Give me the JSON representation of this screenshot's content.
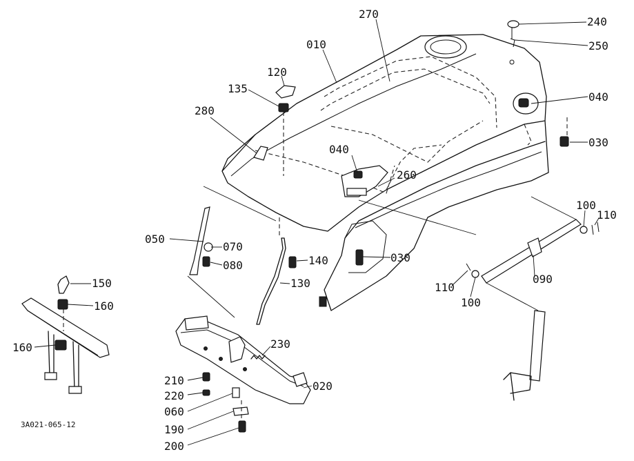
{
  "drawing_code": "3A021-065-12",
  "callouts": [
    {
      "id": "c270",
      "text": "270"
    },
    {
      "id": "c010",
      "text": "010"
    },
    {
      "id": "c240",
      "text": "240"
    },
    {
      "id": "c250",
      "text": "250"
    },
    {
      "id": "c120",
      "text": "120"
    },
    {
      "id": "c135",
      "text": "135"
    },
    {
      "id": "c040a",
      "text": "040"
    },
    {
      "id": "c280",
      "text": "280"
    },
    {
      "id": "c030a",
      "text": "030"
    },
    {
      "id": "c040b",
      "text": "040"
    },
    {
      "id": "c260",
      "text": "260"
    },
    {
      "id": "c100a",
      "text": "100"
    },
    {
      "id": "c110a",
      "text": "110"
    },
    {
      "id": "c050",
      "text": "050"
    },
    {
      "id": "c070",
      "text": "070"
    },
    {
      "id": "c140",
      "text": "140"
    },
    {
      "id": "c030b",
      "text": "030"
    },
    {
      "id": "c080",
      "text": "080"
    },
    {
      "id": "c150",
      "text": "150"
    },
    {
      "id": "c090",
      "text": "090"
    },
    {
      "id": "c130",
      "text": "130"
    },
    {
      "id": "c110b",
      "text": "110"
    },
    {
      "id": "c160a",
      "text": "160"
    },
    {
      "id": "c100b",
      "text": "100"
    },
    {
      "id": "c230",
      "text": "230"
    },
    {
      "id": "c160b",
      "text": "160"
    },
    {
      "id": "c210",
      "text": "210"
    },
    {
      "id": "c020",
      "text": "020"
    },
    {
      "id": "c220",
      "text": "220"
    },
    {
      "id": "c060",
      "text": "060"
    },
    {
      "id": "c190",
      "text": "190"
    },
    {
      "id": "c200",
      "text": "200"
    }
  ]
}
